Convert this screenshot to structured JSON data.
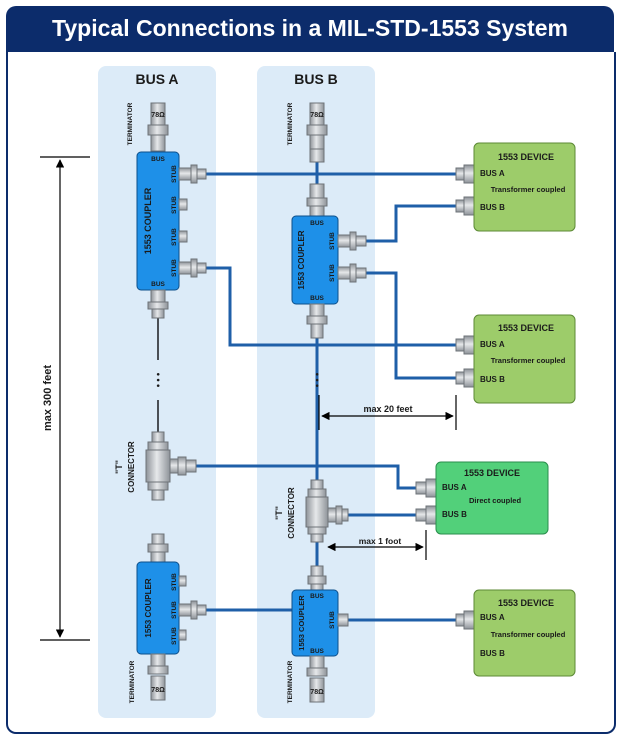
{
  "title": "Typical Connections in a MIL-STD-1553 System",
  "bus_a": {
    "label": "BUS A"
  },
  "bus_b": {
    "label": "BUS B"
  },
  "terminator": {
    "label": "TERMINATOR",
    "impedance": "78Ω"
  },
  "coupler": {
    "label": "1553 COUPLER",
    "bus": "BUS",
    "stub": "STUB"
  },
  "t_connector": {
    "label_t": "\"T\"",
    "label_connector": "CONNECTOR"
  },
  "ellipsis": "• • •",
  "max_300": "max 300 feet",
  "max_20": "max 20 feet",
  "max_1": "max 1 foot",
  "devices": [
    {
      "title": "1553 DEVICE",
      "bus_a": "BUS A",
      "coupling": "Transformer coupled",
      "bus_b": "BUS B"
    },
    {
      "title": "1553 DEVICE",
      "bus_a": "BUS A",
      "coupling": "Transformer coupled",
      "bus_b": "BUS B"
    },
    {
      "title": "1553 DEVICE",
      "bus_a": "BUS A",
      "coupling": "Direct coupled",
      "bus_b": "BUS B"
    },
    {
      "title": "1553 DEVICE",
      "bus_a": "BUS A",
      "coupling": "Transformer coupled",
      "bus_b": "BUS B"
    }
  ],
  "colors": {
    "title_bg": "#0c2c6b",
    "bus_panel": "#dcebf8",
    "coupler": "#1e90e8",
    "wire": "#1f5fa8",
    "device_transformer": "#9dcc6a",
    "device_direct": "#52d07a",
    "connector_metal": "#b4b8bc"
  }
}
